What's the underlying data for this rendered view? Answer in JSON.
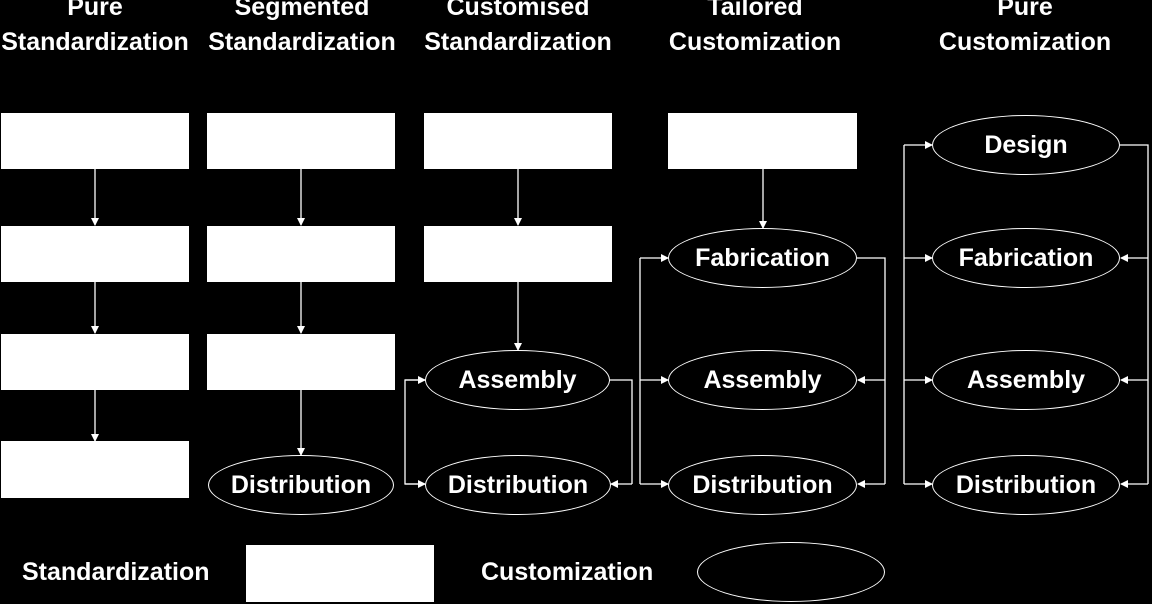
{
  "columns": [
    {
      "title_line1": "Pure",
      "title_line2": "Standardization"
    },
    {
      "title_line1": "Segmented",
      "title_line2": "Standardization"
    },
    {
      "title_line1": "Customised",
      "title_line2": "Standardization"
    },
    {
      "title_line1": "Tailored",
      "title_line2": "Customization"
    },
    {
      "title_line1": "Pure",
      "title_line2": "Customization"
    }
  ],
  "stages": {
    "design": "Design",
    "fabrication": "Fabrication",
    "assembly": "Assembly",
    "distribution": "Distribution"
  },
  "legend": {
    "standardization": "Standardization",
    "customization": "Customization"
  },
  "colors": {
    "background": "#000000",
    "foreground": "#ffffff"
  }
}
